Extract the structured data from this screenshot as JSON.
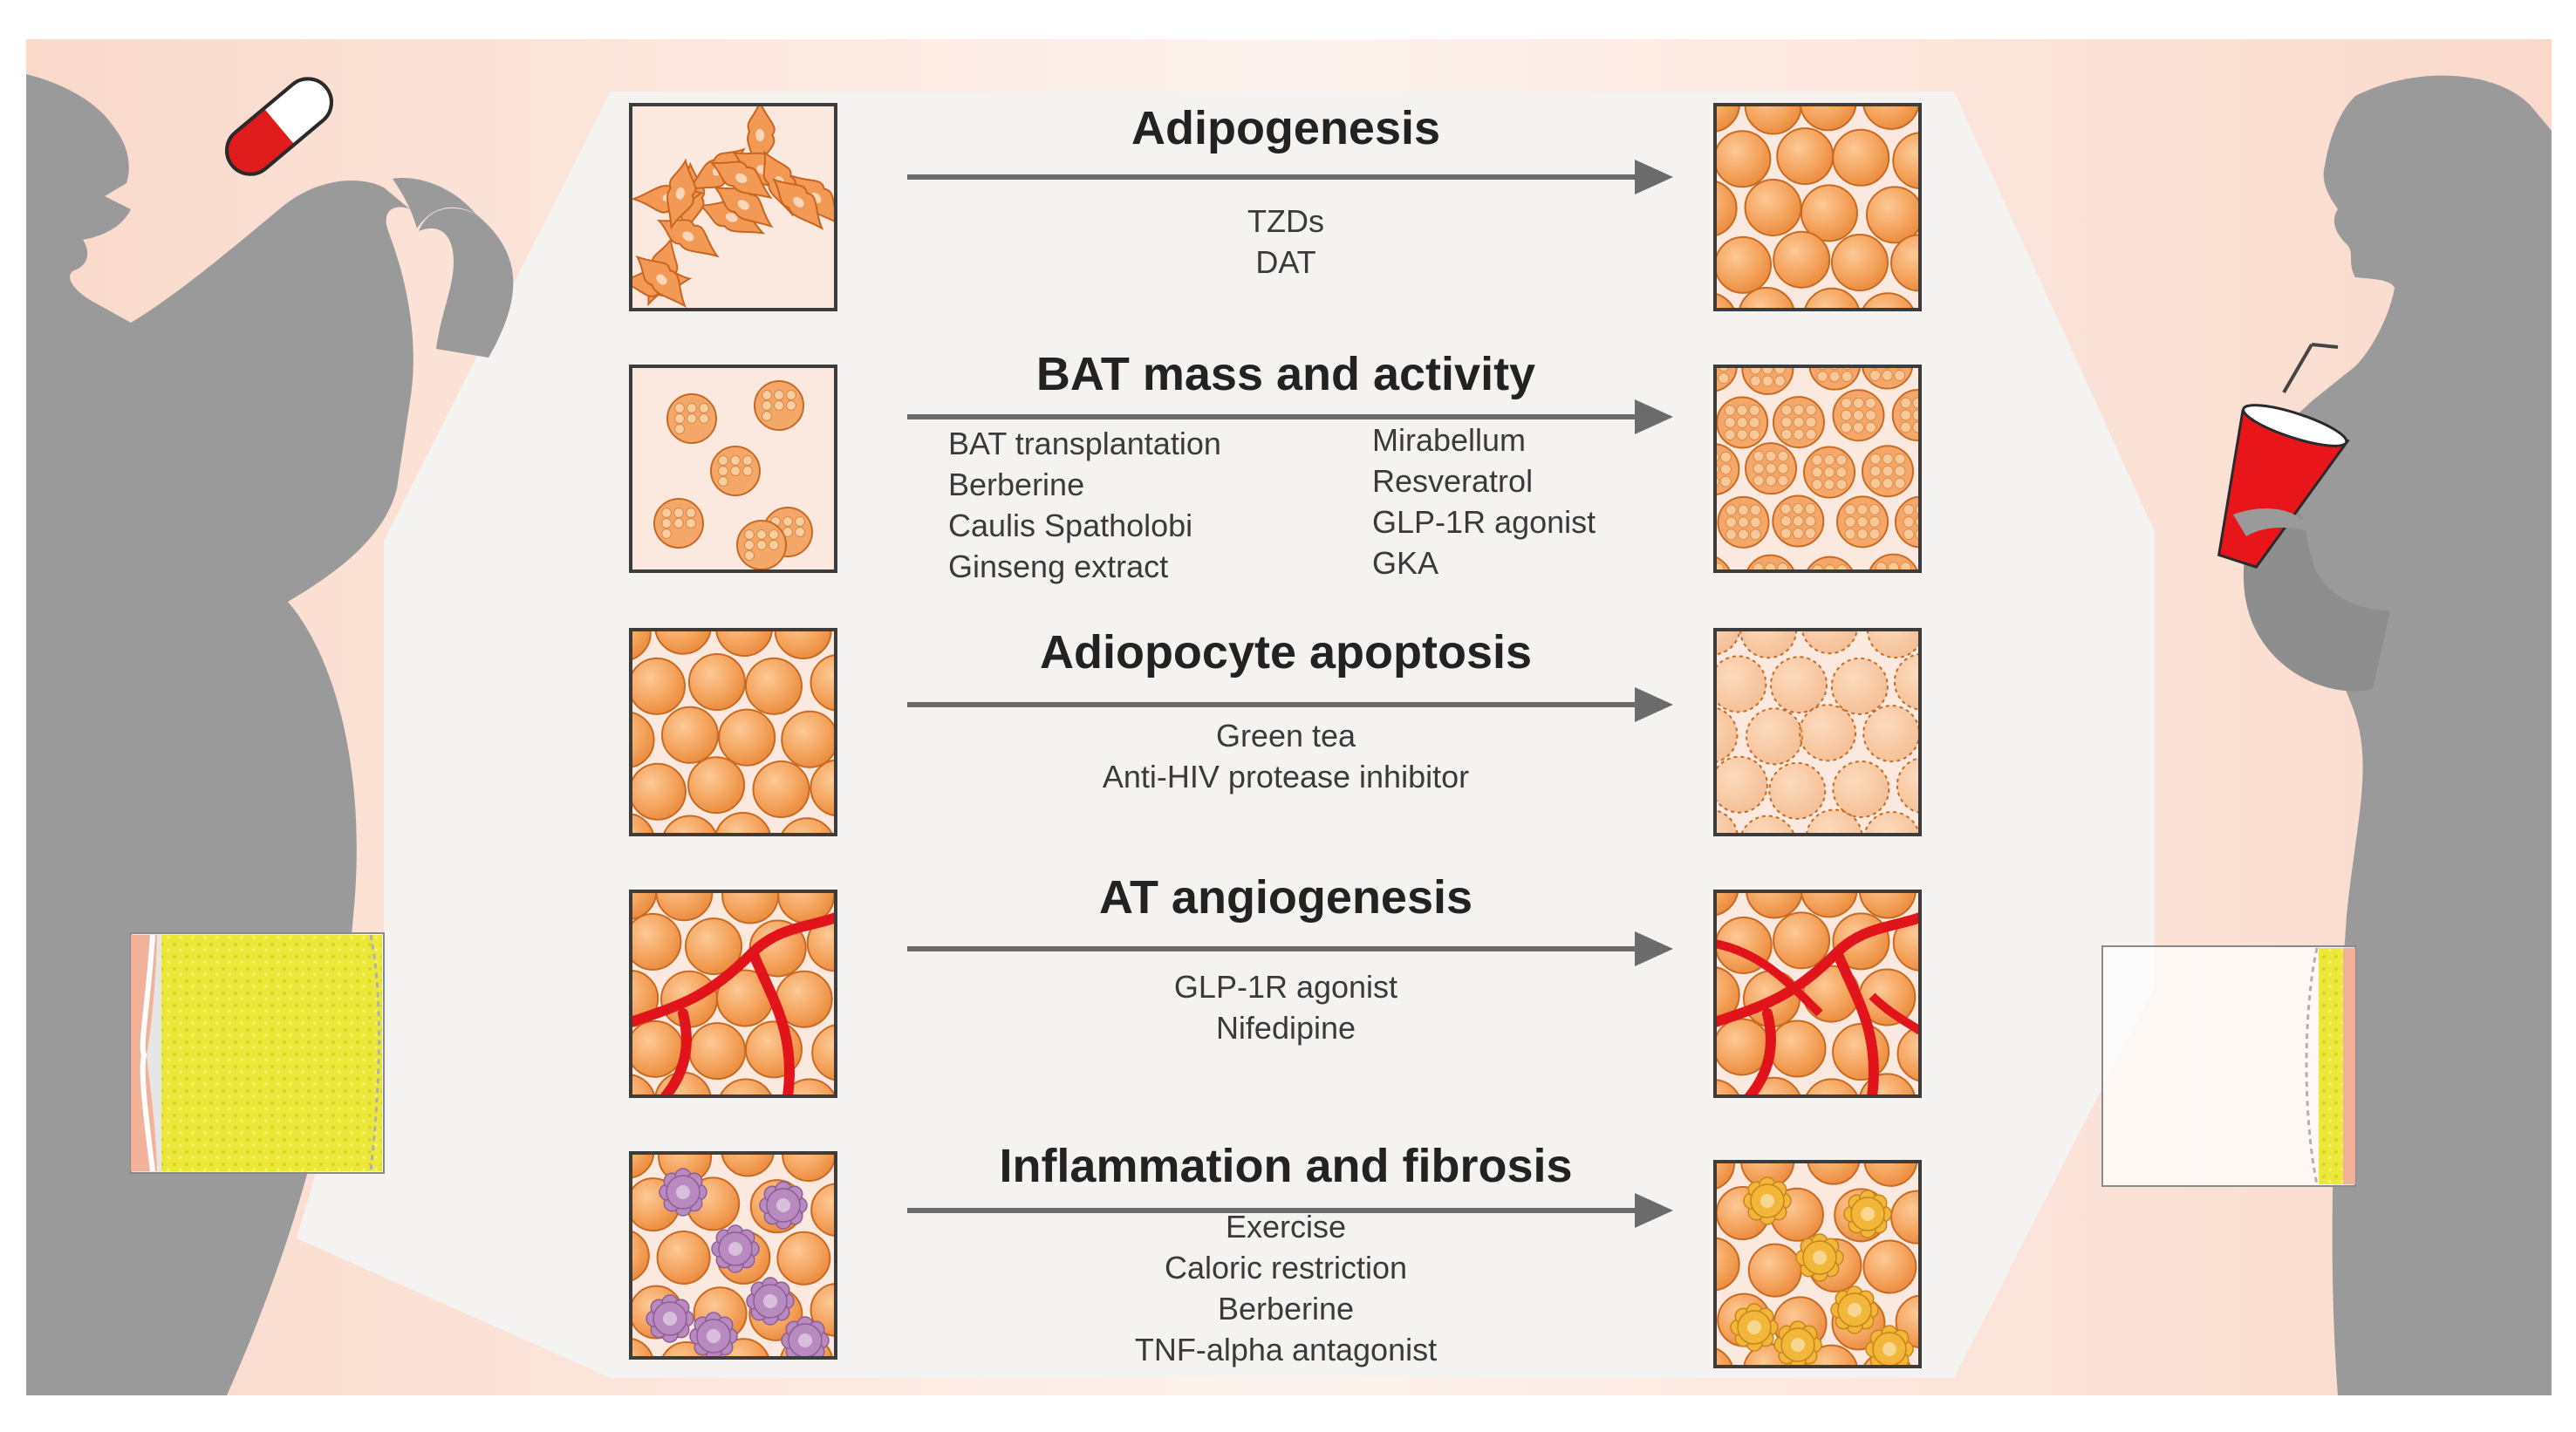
{
  "rows": [
    {
      "title": "Adipogenesis",
      "agents": [
        "TZDs",
        "DAT"
      ]
    },
    {
      "title": "BAT mass and activity",
      "agents_left": [
        "BAT transplantation",
        "Berberine",
        "Caulis Spatholobi",
        "Ginseng extract"
      ],
      "agents_right": [
        "Mirabellum",
        "Resveratrol",
        "GLP-1R agonist",
        "GKA"
      ]
    },
    {
      "title": "Adiopocyte apoptosis",
      "agents": [
        "Green tea",
        "Anti-HIV protease inhibitor"
      ]
    },
    {
      "title": "AT angiogenesis",
      "agents": [
        "GLP-1R agonist",
        "Nifedipine"
      ]
    },
    {
      "title": "Inflammation and fibrosis",
      "agents": [
        "Exercise",
        "Caloric restriction",
        "Berberine",
        "TNF-alpha antagonist"
      ]
    }
  ],
  "colors": {
    "background": "#fbe8df",
    "panel": "#f4f4f3",
    "silhouette": "#9a9a9a",
    "arrow": "#6b6b6b",
    "adipocyte": "#f5a45e",
    "vessel": "#e0141a",
    "macrophage": "#b98ac0",
    "resolved_cell": "#f2b63a",
    "pill_red": "#e01b1b",
    "cup_red": "#e8161a",
    "fat_yellow": "#ece83a"
  },
  "icons": [
    "pill-icon",
    "drink-cup-icon"
  ]
}
